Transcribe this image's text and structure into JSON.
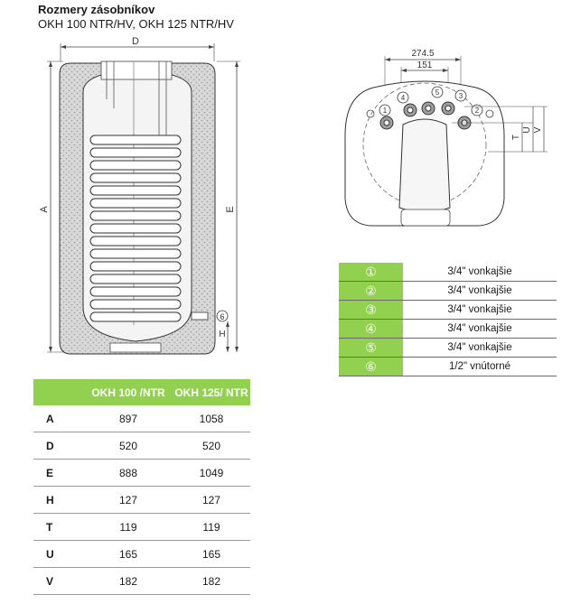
{
  "heading": {
    "title": "Rozmery zásobníkov",
    "subtitle": "OKH 100 NTR/HV, OKH 125 NTR/HV"
  },
  "side_drawing": {
    "labels": {
      "A": "A",
      "D": "D",
      "E": "E",
      "H": "H",
      "port6": "6"
    }
  },
  "top_drawing": {
    "dim_outer": "274.5",
    "dim_inner": "151",
    "labels": {
      "T": "T",
      "U": "U",
      "V": "V"
    },
    "ports": [
      "1",
      "2",
      "3",
      "4",
      "5"
    ]
  },
  "dimensions_table": {
    "headers": [
      "",
      "OKH 100 /NTR",
      "OKH 125/ NTR"
    ],
    "rows": [
      {
        "key": "A",
        "v1": "897",
        "v2": "1058"
      },
      {
        "key": "D",
        "v1": "520",
        "v2": "520"
      },
      {
        "key": "E",
        "v1": "888",
        "v2": "1049"
      },
      {
        "key": "H",
        "v1": "127",
        "v2": "127"
      },
      {
        "key": "T",
        "v1": "119",
        "v2": "119"
      },
      {
        "key": "U",
        "v1": "165",
        "v2": "165"
      },
      {
        "key": "V",
        "v1": "182",
        "v2": "182"
      }
    ]
  },
  "connections_table": {
    "rows": [
      {
        "num": "①",
        "desc": "3/4\" vonkajšie"
      },
      {
        "num": "②",
        "desc": "3/4\" vonkajšie"
      },
      {
        "num": "③",
        "desc": "3/4\" vonkajšie"
      },
      {
        "num": "④",
        "desc": "3/4\" vonkajšie"
      },
      {
        "num": "⑤",
        "desc": "3/4\" vonkajšie"
      },
      {
        "num": "⑥",
        "desc": "1/2\" vnútorné"
      }
    ]
  }
}
